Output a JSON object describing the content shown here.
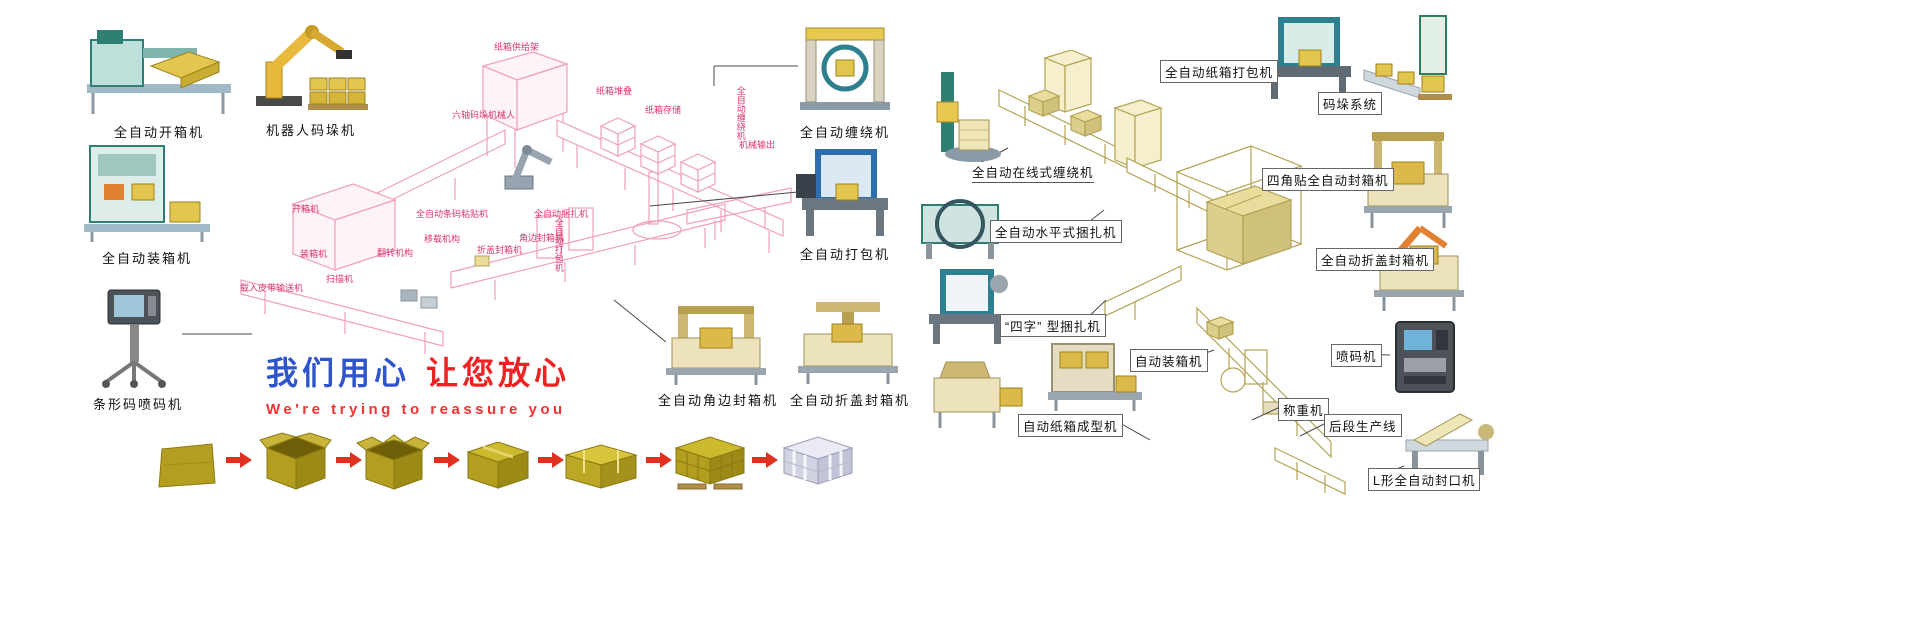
{
  "slogan": {
    "cn_blue": "我们用心",
    "cn_red": "让您放心",
    "en": "We're trying to reassure you"
  },
  "colors": {
    "slogan_blue": "#2f55cc",
    "slogan_red": "#ee2222",
    "arrow_red": "#e03020",
    "diagram_pink": "#ef9ebd",
    "diagram_khaki": "#b3a355",
    "carton_yellow": "#b49e20"
  },
  "left_machines": [
    {
      "name": "carton-opener",
      "label": "全自动开箱机"
    },
    {
      "name": "robot-palletizer",
      "label": "机器人码垛机"
    },
    {
      "name": "case-packer",
      "label": "全自动装箱机"
    },
    {
      "name": "barcode-inkjet-printer",
      "label": "条形码喷码机"
    }
  ],
  "mid_machines": [
    {
      "name": "auto-wrapper",
      "label": "全自动缠绕机"
    },
    {
      "name": "auto-strapper",
      "label": "全自动打包机"
    },
    {
      "name": "corner-edge-sealer",
      "label": "全自动角边封箱机"
    },
    {
      "name": "flap-fold-sealer",
      "label": "全自动折盖封箱机"
    }
  ],
  "diagram_labels": [
    "纸箱供给架",
    "纸箱堆叠",
    "纸箱存储",
    "六轴码垛机械人",
    "开箱机",
    "装箱机",
    "载入皮带输送机",
    "扫描机",
    "翻转机构",
    "移载机构",
    "全自动条码粘贴机",
    "折盖封箱机",
    "角边封箱机",
    "全自动捆扎机",
    "全自动打包机",
    "全自动缠绕机",
    "机械输出"
  ],
  "right_labels": [
    {
      "label": "全自动在线式缠绕机"
    },
    {
      "label": "全自动水平式捆扎机"
    },
    {
      "label": "“四字” 型捆扎机"
    },
    {
      "label": "自动装箱机"
    },
    {
      "label": "自动纸箱成型机"
    },
    {
      "label": "全自动纸箱打包机"
    },
    {
      "label": "码垛系统"
    },
    {
      "label": "四角贴全自动封箱机"
    },
    {
      "label": "全自动折盖封箱机"
    },
    {
      "label": "喷码机"
    },
    {
      "label": "称重机"
    },
    {
      "label": "后段生产线"
    },
    {
      "label": "L形全自动封口机"
    }
  ],
  "process_sequence": {
    "steps": [
      {
        "icon": "flat-carton-blank-icon"
      },
      {
        "icon": "opened-carton-icon"
      },
      {
        "icon": "carton-flaps-open-icon"
      },
      {
        "icon": "sealed-carton-icon"
      },
      {
        "icon": "strapped-carton-icon"
      },
      {
        "icon": "palletized-cartons-icon"
      },
      {
        "icon": "stretch-wrapped-pallet-icon"
      }
    ],
    "arrow_icon": "red-arrow-icon"
  }
}
